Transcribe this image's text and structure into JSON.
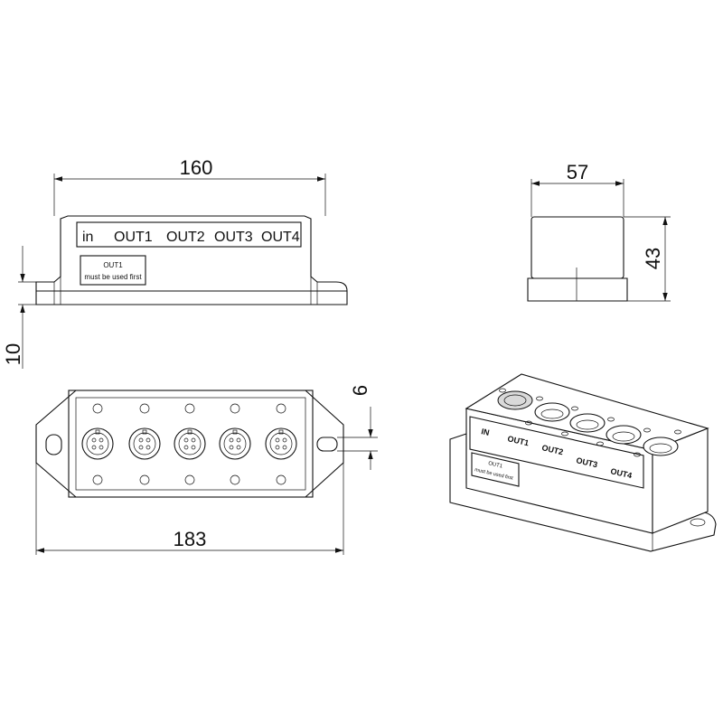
{
  "front_view": {
    "labels": [
      "in",
      "OUT1",
      "OUT2",
      "OUT3",
      "OUT4"
    ],
    "sticker_title": "OUT1",
    "sticker_text": "must be used first",
    "dim_width": "160",
    "dim_flange": "10"
  },
  "side_view": {
    "dim_depth": "57",
    "dim_height": "43"
  },
  "top_view": {
    "dim_length": "183",
    "dim_hole": "6"
  },
  "iso_view": {
    "labels": [
      "IN",
      "OUT1",
      "OUT2",
      "OUT3",
      "OUT4"
    ],
    "sticker_title": "OUT1",
    "sticker_text": "must be used first"
  }
}
